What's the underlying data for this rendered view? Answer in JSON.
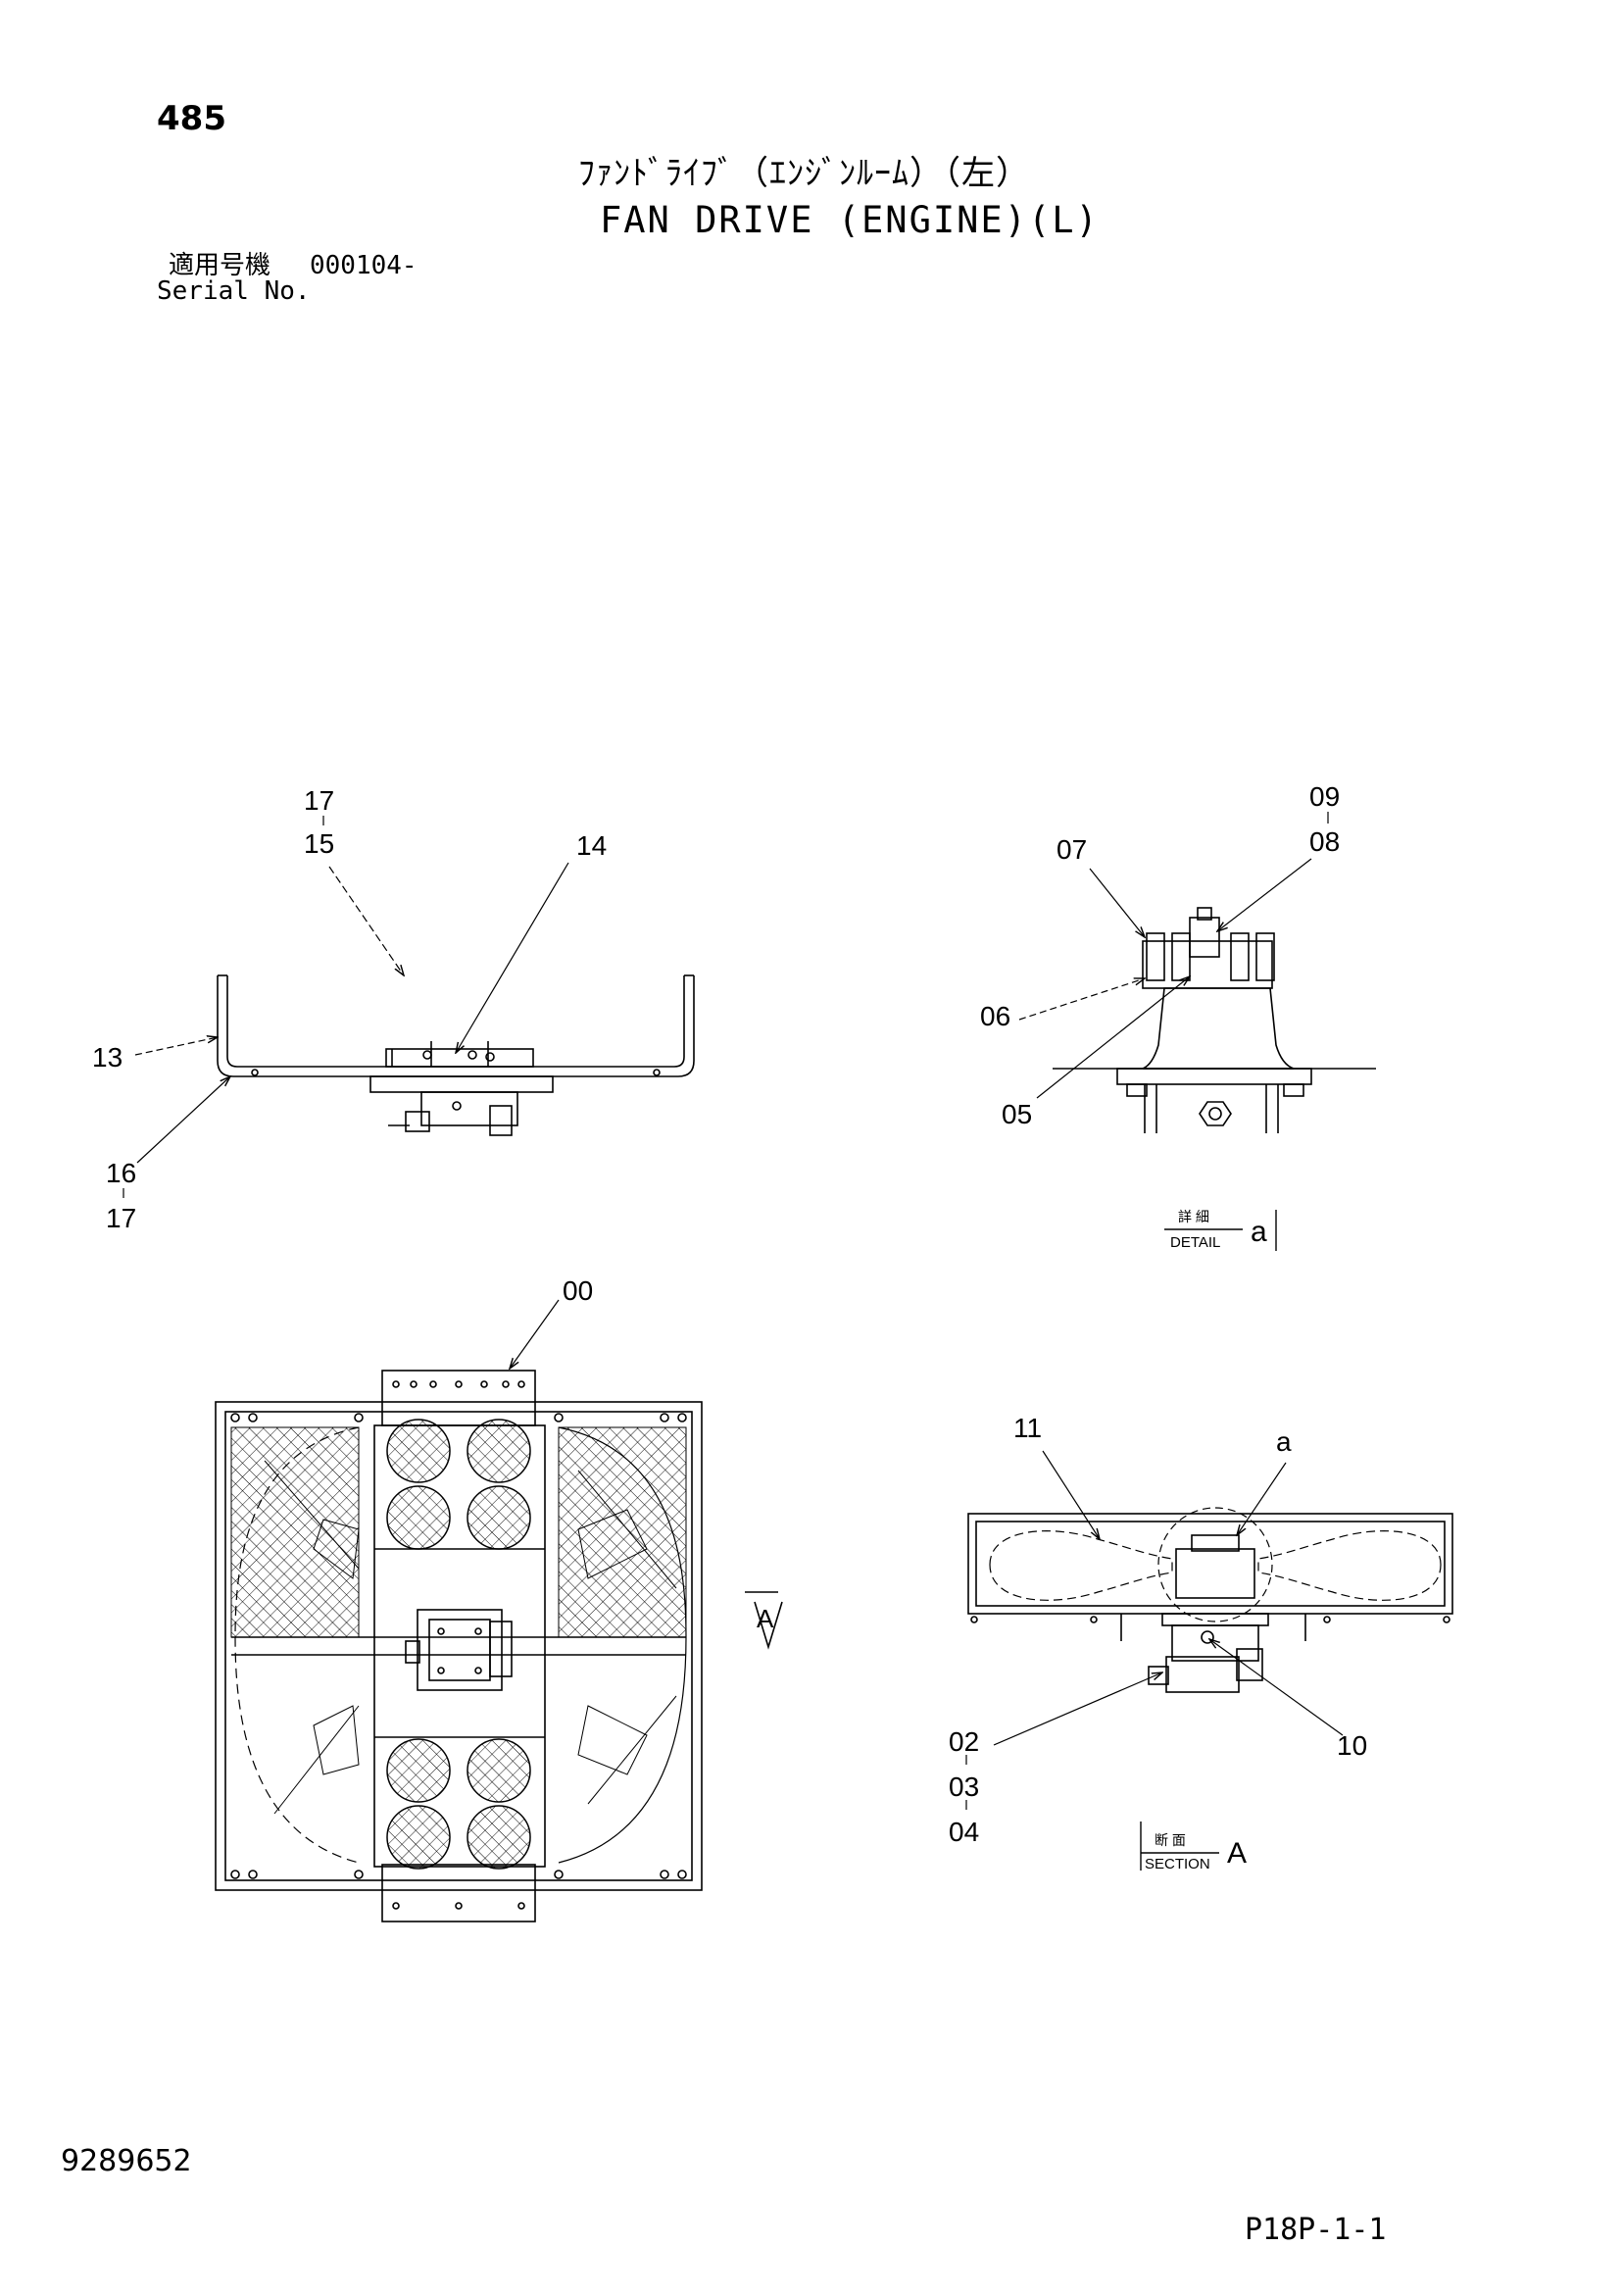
{
  "header": {
    "page_number": "485",
    "title_jp": "ﾌｧﾝﾄﾞﾗｲﾌﾞ（ｴﾝｼﾞﾝﾙｰﾑ）（左）",
    "title_en": "FAN DRIVE (ENGINE)(L)",
    "serial_label_jp": "適用号機",
    "serial_value": "000104-",
    "serial_label_en": "Serial No."
  },
  "callouts": {
    "top_left": [
      "17",
      "15",
      "14",
      "13",
      "16",
      "17"
    ],
    "detail": [
      "09",
      "08",
      "07",
      "06",
      "05"
    ],
    "main": [
      "00"
    ],
    "section": [
      "11",
      "a",
      "02",
      "03",
      "04",
      "10"
    ]
  },
  "labels": {
    "detail_jp": "詳 細",
    "detail_en": "DETAIL",
    "detail_letter": "a",
    "section_jp": "断 面",
    "section_en": "SECTION",
    "section_letter": "A",
    "arrow_letter": "A"
  },
  "footer": {
    "doc_number": "9289652",
    "page_code": "P18P-1-1"
  }
}
